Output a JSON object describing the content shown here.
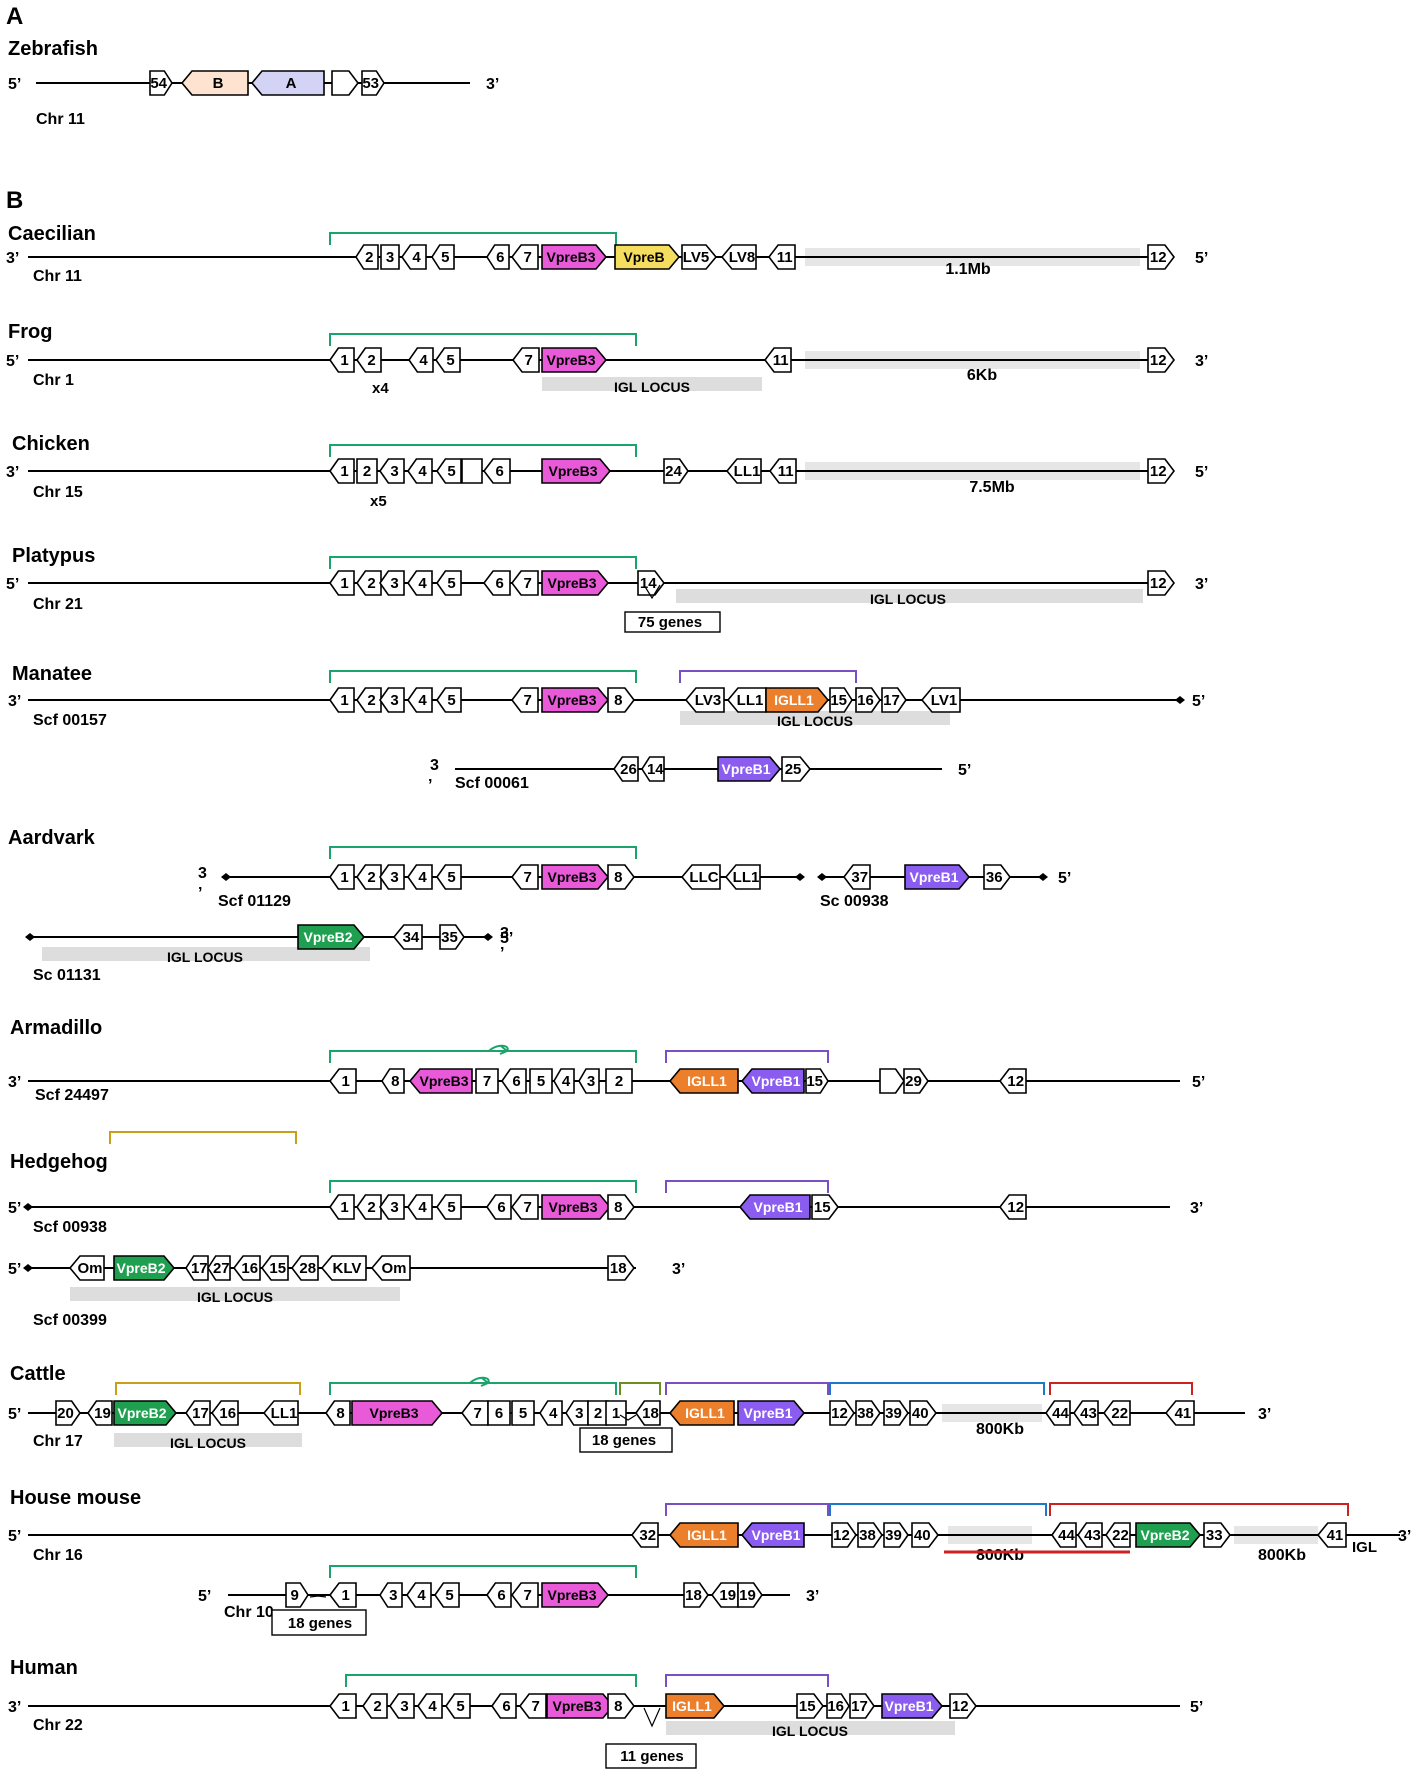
{
  "panels": {
    "a": "A",
    "b": "B"
  },
  "colors": {
    "line": "#000000",
    "green_bracket": "#1aa36b",
    "purple_bracket": "#7a4fc4",
    "gold_bracket": "#c8a018",
    "olive_bracket": "#6b8e23",
    "blue_bracket": "#1e78c8",
    "red_bracket": "#cc2222",
    "locus_bar": "#dddddd",
    "fill_B": "#fde3d0",
    "fill_A": "#d3d3f5",
    "fill_vpreb3": "#e85ad8",
    "fill_vpreb": "#f5dd60",
    "fill_vpreb1": "#8b5cf0",
    "fill_vpreb2": "#1fa050",
    "fill_igll1": "#ec7f2c"
  },
  "rows": [
    {
      "species": "Zebrafish",
      "chr": "Chr 11",
      "left": "5’",
      "right": "3’",
      "genes": [
        {
          "label": "54"
        },
        {
          "label": "B"
        },
        {
          "label": "A"
        },
        {
          "label": ""
        },
        {
          "label": "53"
        }
      ]
    },
    {
      "species": "Caecilian",
      "chr": "Chr 11",
      "left": "3’",
      "right": "5’",
      "gap": "1.1Mb",
      "genes": [
        {
          "label": "2"
        },
        {
          "label": "3"
        },
        {
          "label": "4"
        },
        {
          "label": "5"
        },
        {
          "label": "6"
        },
        {
          "label": "7"
        },
        {
          "label": "VpreB3"
        },
        {
          "label": "VpreB"
        },
        {
          "label": "LV5"
        },
        {
          "label": "LV8"
        },
        {
          "label": "11"
        },
        {
          "label": "12"
        }
      ]
    },
    {
      "species": "Frog",
      "chr": "Chr 1",
      "left": "5’",
      "right": "3’",
      "gap": "6Kb",
      "copies": "x4",
      "locus": "IGL LOCUS",
      "genes": [
        {
          "label": "1"
        },
        {
          "label": "2"
        },
        {
          "label": "4"
        },
        {
          "label": "5"
        },
        {
          "label": "7"
        },
        {
          "label": "VpreB3"
        },
        {
          "label": "11"
        },
        {
          "label": "12"
        }
      ]
    },
    {
      "species": "Chicken",
      "chr": "Chr 15",
      "left": "3’",
      "right": "5’",
      "gap": "7.5Mb",
      "copies": "x5",
      "genes": [
        {
          "label": "1"
        },
        {
          "label": "2"
        },
        {
          "label": "3"
        },
        {
          "label": "4"
        },
        {
          "label": "5"
        },
        {
          "label": ""
        },
        {
          "label": "6"
        },
        {
          "label": "VpreB3"
        },
        {
          "label": "24"
        },
        {
          "label": "LL1"
        },
        {
          "label": "11"
        },
        {
          "label": "12"
        }
      ]
    },
    {
      "species": "Platypus",
      "chr": "Chr 21",
      "left": "5’",
      "right": "3’",
      "note": "75 genes",
      "locus": "IGL LOCUS",
      "genes": [
        {
          "label": "1"
        },
        {
          "label": "2"
        },
        {
          "label": "3"
        },
        {
          "label": "4"
        },
        {
          "label": "5"
        },
        {
          "label": "6"
        },
        {
          "label": "7"
        },
        {
          "label": "VpreB3"
        },
        {
          "label": "14"
        },
        {
          "label": "12"
        }
      ]
    },
    {
      "species": "Manatee",
      "chr": "Scf 00157",
      "left": "3’",
      "right": "5’",
      "locus": "IGL LOCUS",
      "genes": [
        {
          "label": "1"
        },
        {
          "label": "2"
        },
        {
          "label": "3"
        },
        {
          "label": "4"
        },
        {
          "label": "5"
        },
        {
          "label": "7"
        },
        {
          "label": "VpreB3"
        },
        {
          "label": "8"
        },
        {
          "label": "LV3"
        },
        {
          "label": "LL1"
        },
        {
          "label": "IGLL1"
        },
        {
          "label": "15"
        },
        {
          "label": "16"
        },
        {
          "label": "17"
        },
        {
          "label": "LV1"
        }
      ]
    },
    {
      "species": "",
      "chr": "Scf 00061",
      "left": "3’",
      "right": "5’",
      "genes": [
        {
          "label": "26"
        },
        {
          "label": "14"
        },
        {
          "label": "VpreB1"
        },
        {
          "label": "25"
        }
      ]
    },
    {
      "species": "Aardvark",
      "chr": "Scf 01129",
      "left": "3’",
      "right": "",
      "genes": [
        {
          "label": "1"
        },
        {
          "label": "2"
        },
        {
          "label": "3"
        },
        {
          "label": "4"
        },
        {
          "label": "5"
        },
        {
          "label": "7"
        },
        {
          "label": "VpreB3"
        },
        {
          "label": "8"
        },
        {
          "label": "LLC"
        },
        {
          "label": "LL1"
        }
      ]
    },
    {
      "species": "",
      "chr": "Sc 00938",
      "left": "",
      "right": "5’",
      "genes": [
        {
          "label": "37"
        },
        {
          "label": "VpreB1"
        },
        {
          "label": "36"
        }
      ]
    },
    {
      "species": "",
      "chr": "Sc 01131",
      "left": "3’",
      "right": "5’",
      "locus": "IGL LOCUS",
      "genes": [
        {
          "label": "VpreB2"
        },
        {
          "label": "34"
        },
        {
          "label": "35"
        }
      ]
    },
    {
      "species": "Armadillo",
      "chr": "Scf 24497",
      "left": "3’",
      "right": "5’",
      "genes": [
        {
          "label": "1"
        },
        {
          "label": "8"
        },
        {
          "label": "VpreB3"
        },
        {
          "label": "7"
        },
        {
          "label": "6"
        },
        {
          "label": "5"
        },
        {
          "label": "4"
        },
        {
          "label": "3"
        },
        {
          "label": "2"
        },
        {
          "label": "IGLL1"
        },
        {
          "label": "VpreB1"
        },
        {
          "label": "15"
        },
        {
          "label": ""
        },
        {
          "label": "29"
        },
        {
          "label": "12"
        }
      ]
    },
    {
      "species": "Hedgehog",
      "chr": "Scf 00938",
      "left": "5’",
      "right": "3’",
      "genes": [
        {
          "label": "1"
        },
        {
          "label": "2"
        },
        {
          "label": "3"
        },
        {
          "label": "4"
        },
        {
          "label": "5"
        },
        {
          "label": "6"
        },
        {
          "label": "7"
        },
        {
          "label": "VpreB3"
        },
        {
          "label": "8"
        },
        {
          "label": "VpreB1"
        },
        {
          "label": "15"
        },
        {
          "label": "12"
        }
      ]
    },
    {
      "species": "",
      "chr": "Scf 00399",
      "left": "5’",
      "right": "3’",
      "locus": "IGL LOCUS",
      "genes": [
        {
          "label": "Om"
        },
        {
          "label": "VpreB2"
        },
        {
          "label": "17"
        },
        {
          "label": "27"
        },
        {
          "label": "16"
        },
        {
          "label": "15"
        },
        {
          "label": "28"
        },
        {
          "label": "KLV"
        },
        {
          "label": "Om"
        },
        {
          "label": "18"
        }
      ]
    },
    {
      "species": "Cattle",
      "chr": "Chr 17",
      "left": "5’",
      "right": "3’",
      "gap": "800Kb",
      "note": "18 genes",
      "locus": "IGL LOCUS",
      "genes": [
        {
          "label": "20"
        },
        {
          "label": "19"
        },
        {
          "label": "VpreB2"
        },
        {
          "label": "17"
        },
        {
          "label": "16"
        },
        {
          "label": "LL1"
        },
        {
          "label": "8"
        },
        {
          "label": "VpreB3"
        },
        {
          "label": "7"
        },
        {
          "label": "6"
        },
        {
          "label": "5"
        },
        {
          "label": "4"
        },
        {
          "label": "3"
        },
        {
          "label": "2"
        },
        {
          "label": "1"
        },
        {
          "label": "18"
        },
        {
          "label": "IGLL1"
        },
        {
          "label": "VpreB1"
        },
        {
          "label": "12"
        },
        {
          "label": "38"
        },
        {
          "label": "39"
        },
        {
          "label": "40"
        },
        {
          "label": "44"
        },
        {
          "label": "43"
        },
        {
          "label": "22"
        },
        {
          "label": "41"
        }
      ]
    },
    {
      "species": "House mouse",
      "chr": "Chr 16",
      "left": "5’",
      "right": "3’",
      "gap": "800Kb",
      "gap2": "800Kb",
      "tail": "IGL",
      "genes": [
        {
          "label": "32"
        },
        {
          "label": "IGLL1"
        },
        {
          "label": "VpreB1"
        },
        {
          "label": "12"
        },
        {
          "label": "38"
        },
        {
          "label": "39"
        },
        {
          "label": "40"
        },
        {
          "label": "44"
        },
        {
          "label": "43"
        },
        {
          "label": "22"
        },
        {
          "label": "VpreB2"
        },
        {
          "label": "33"
        },
        {
          "label": "41"
        }
      ]
    },
    {
      "species": "",
      "chr": "Chr 10",
      "left": "5’",
      "right": "3’",
      "note": "18 genes",
      "genes": [
        {
          "label": "9"
        },
        {
          "label": "1"
        },
        {
          "label": "3"
        },
        {
          "label": "4"
        },
        {
          "label": "5"
        },
        {
          "label": "6"
        },
        {
          "label": "7"
        },
        {
          "label": "VpreB3"
        },
        {
          "label": "18"
        },
        {
          "label": "19"
        },
        {
          "label": "19"
        }
      ]
    },
    {
      "species": "Human",
      "chr": "Chr 22",
      "left": "3’",
      "right": "5’",
      "note": "11 genes",
      "locus": "IGL LOCUS",
      "genes": [
        {
          "label": "1"
        },
        {
          "label": "2"
        },
        {
          "label": "3"
        },
        {
          "label": "4"
        },
        {
          "label": "5"
        },
        {
          "label": "6"
        },
        {
          "label": "7"
        },
        {
          "label": "VpreB3"
        },
        {
          "label": "8"
        },
        {
          "label": "IGLL1"
        },
        {
          "label": "15"
        },
        {
          "label": "16"
        },
        {
          "label": "17"
        },
        {
          "label": "VpreB1"
        },
        {
          "label": "12"
        }
      ]
    }
  ]
}
